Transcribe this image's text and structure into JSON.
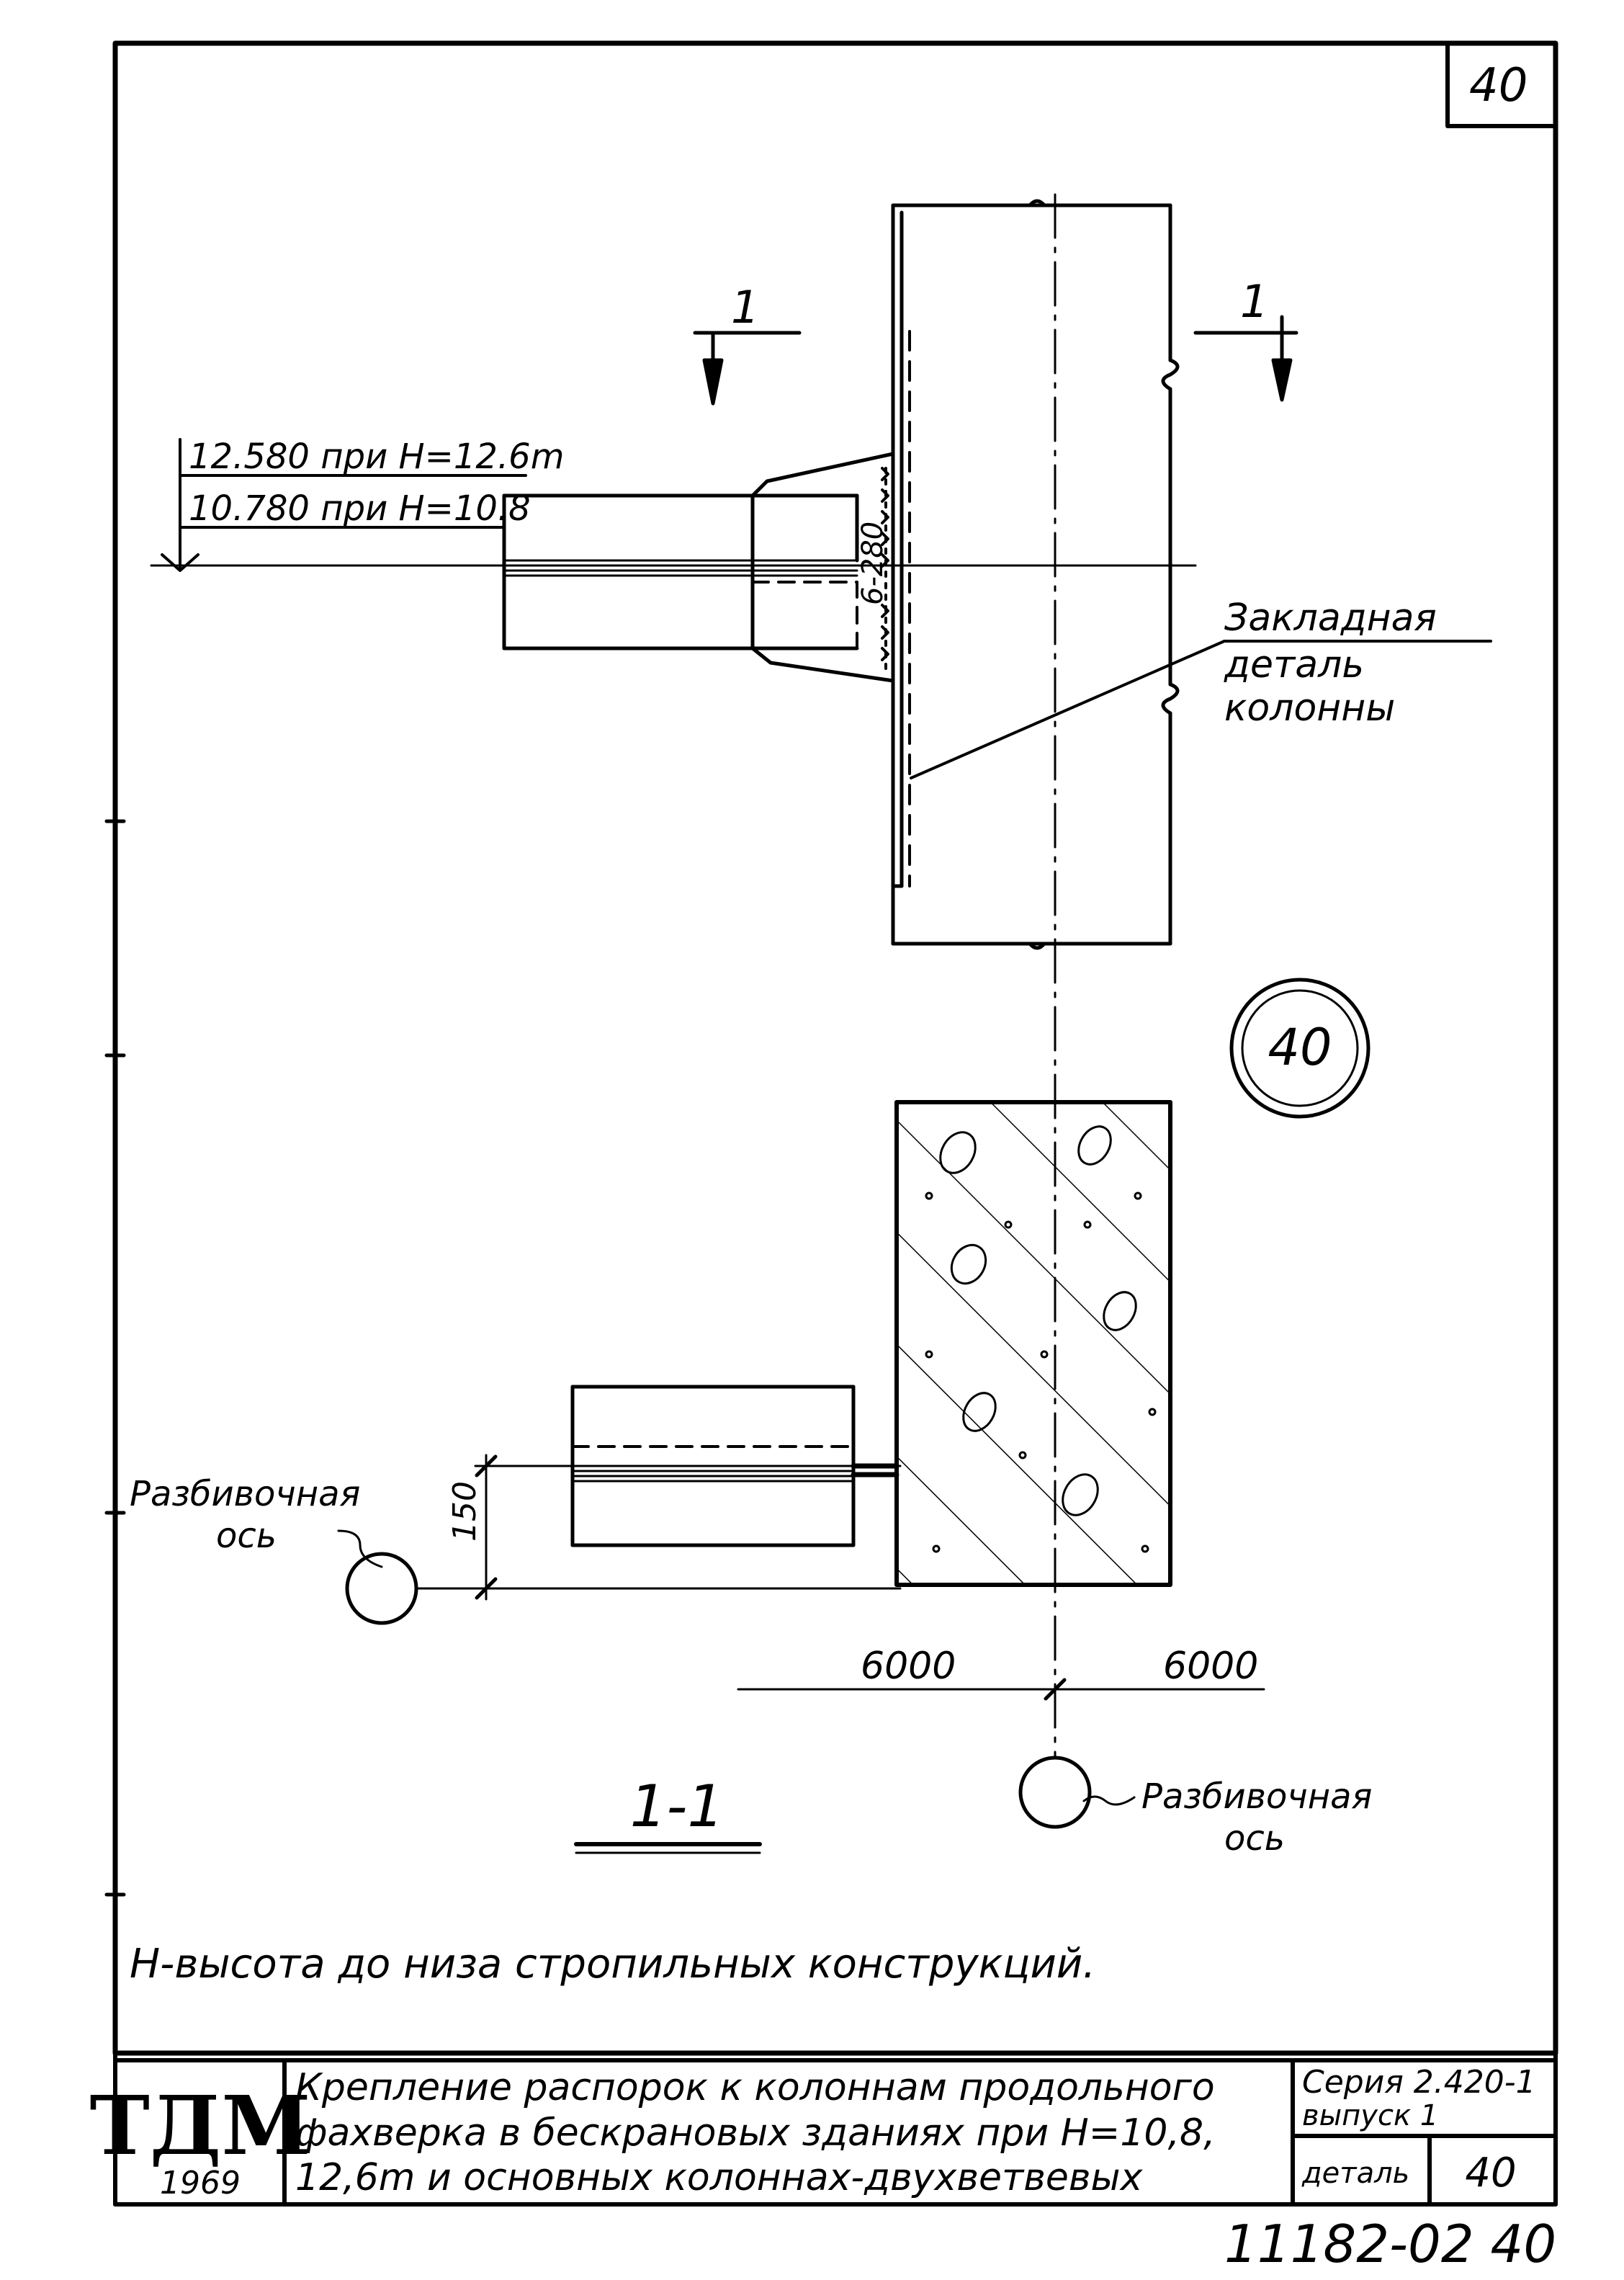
{
  "sheet_number": "40",
  "section_marks": {
    "left": "1",
    "right": "1"
  },
  "elevation_labels": {
    "upper": "12.580 при H=12.6m",
    "lower": "10.780 при H=10.8"
  },
  "weld_label": "6-280",
  "embedded_part_label": [
    "Закладная",
    "деталь",
    "колонны"
  ],
  "detail_circle_label": "40",
  "dim_150": "150",
  "axis_label_left": [
    "Разбивочная",
    "ось"
  ],
  "axis_label_right": [
    "Разбивочная",
    "ось"
  ],
  "dim_6000_left": "6000",
  "dim_6000_right": "6000",
  "section_title": "1-1",
  "note": "H-высота до низа стропильных конструкций.",
  "title_block": {
    "logo": "ТДМ",
    "year": "1969",
    "title_lines": [
      "Крепление распорок к колоннам продольного",
      "фахверка в бескрановых зданиях при H=10,8,",
      "12,6m и основных колоннах-двухветвевых"
    ],
    "series_lines": [
      "Серия 2.420-1",
      "выпуск 1"
    ],
    "detail_label": "деталь",
    "detail_value": "40"
  },
  "archive_number": "11182-02 40"
}
